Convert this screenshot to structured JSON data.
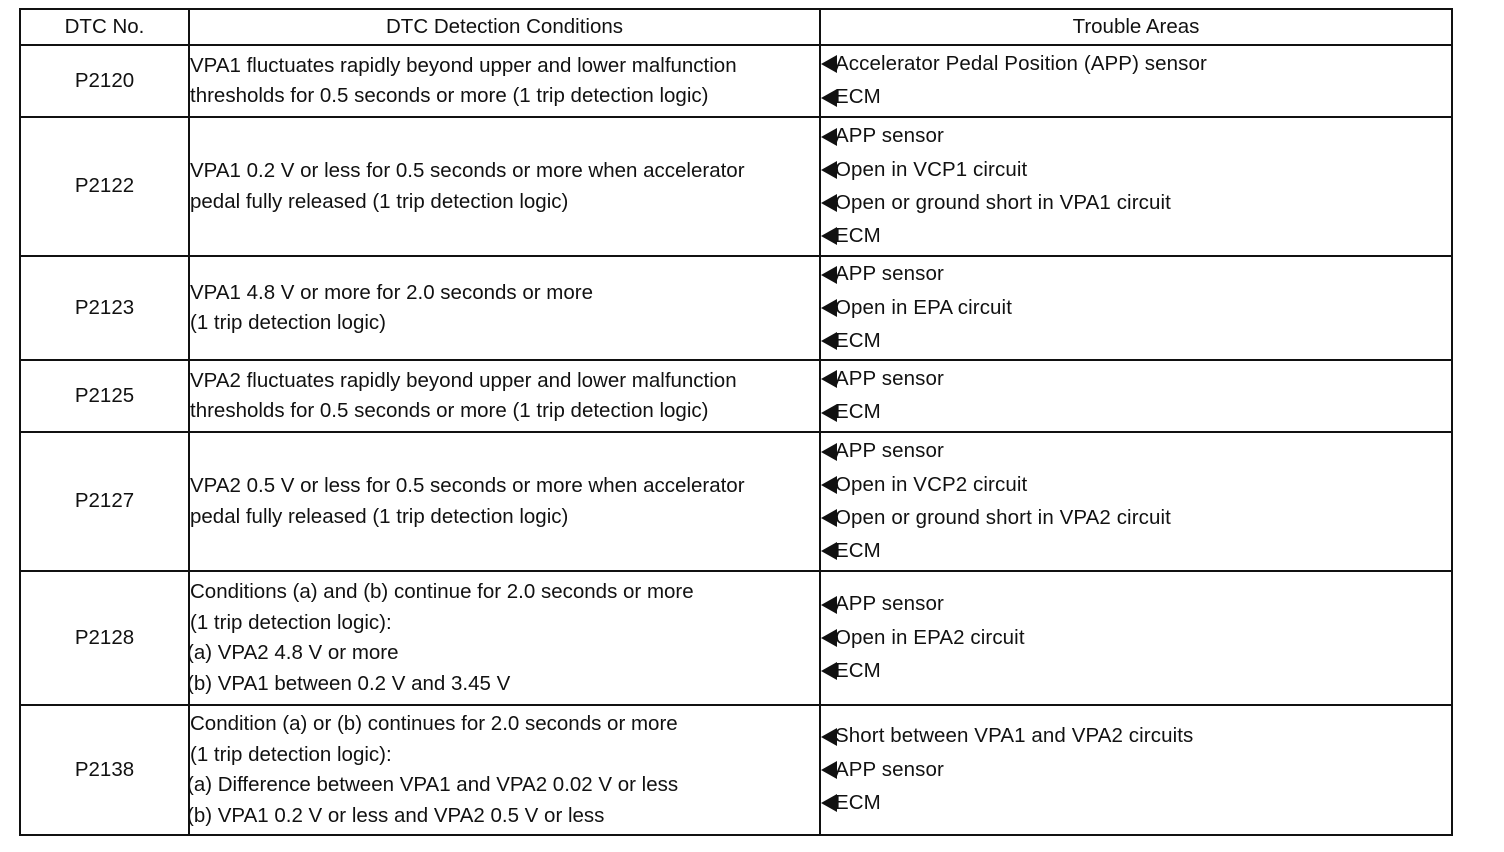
{
  "headers": {
    "code": "DTC No.",
    "conditions": "DTC Detection Conditions",
    "areas": "Trouble Areas"
  },
  "rows": [
    {
      "code": "P2120",
      "conditions": [
        "VPA1 fluctuates rapidly beyond upper and lower malfunction",
        "thresholds for 0.5 seconds or more (1 trip detection logic)"
      ],
      "areas": [
        "Accelerator Pedal Position (APP) sensor",
        "ECM"
      ]
    },
    {
      "code": "P2122",
      "conditions": [
        "VPA1 0.2 V or less for 0.5 seconds or more when accelerator",
        "pedal fully released (1 trip detection logic)"
      ],
      "areas": [
        "APP sensor",
        "Open in VCP1 circuit",
        "Open or ground short in VPA1 circuit",
        "ECM"
      ]
    },
    {
      "code": "P2123",
      "conditions": [
        "VPA1 4.8 V or more for 2.0 seconds or more",
        "(1 trip detection logic)"
      ],
      "areas": [
        "APP sensor",
        "Open in EPA circuit",
        "ECM"
      ]
    },
    {
      "code": "P2125",
      "conditions": [
        "VPA2 fluctuates rapidly beyond upper and lower malfunction",
        "thresholds for 0.5 seconds or more (1 trip detection logic)"
      ],
      "areas": [
        "APP sensor",
        "ECM"
      ]
    },
    {
      "code": "P2127",
      "conditions": [
        "VPA2 0.5 V or less for 0.5 seconds or more when accelerator",
        "pedal fully released (1 trip detection logic)"
      ],
      "areas": [
        "APP sensor",
        "Open in VCP2 circuit",
        "Open or ground short in VPA2 circuit",
        "ECM"
      ]
    },
    {
      "code": "P2128",
      "conditions": [
        "Conditions (a) and (b) continue for 2.0 seconds or more",
        "(1 trip detection logic):",
        "(a) VPA2 4.8 V or more",
        "(b) VPA1 between 0.2 V and 3.45 V"
      ],
      "areas": [
        "APP sensor",
        "Open in EPA2 circuit",
        "ECM"
      ]
    },
    {
      "code": "P2138",
      "conditions": [
        "Condition (a) or (b) continues for 2.0 seconds or more",
        "(1 trip detection logic):",
        "(a) Difference between VPA1 and VPA2 0.02 V or less",
        "(b) VPA1 0.2 V or less and VPA2 0.5 V or less"
      ],
      "areas": [
        "Short between VPA1 and VPA2 circuits",
        "APP sensor",
        "ECM"
      ]
    }
  ]
}
